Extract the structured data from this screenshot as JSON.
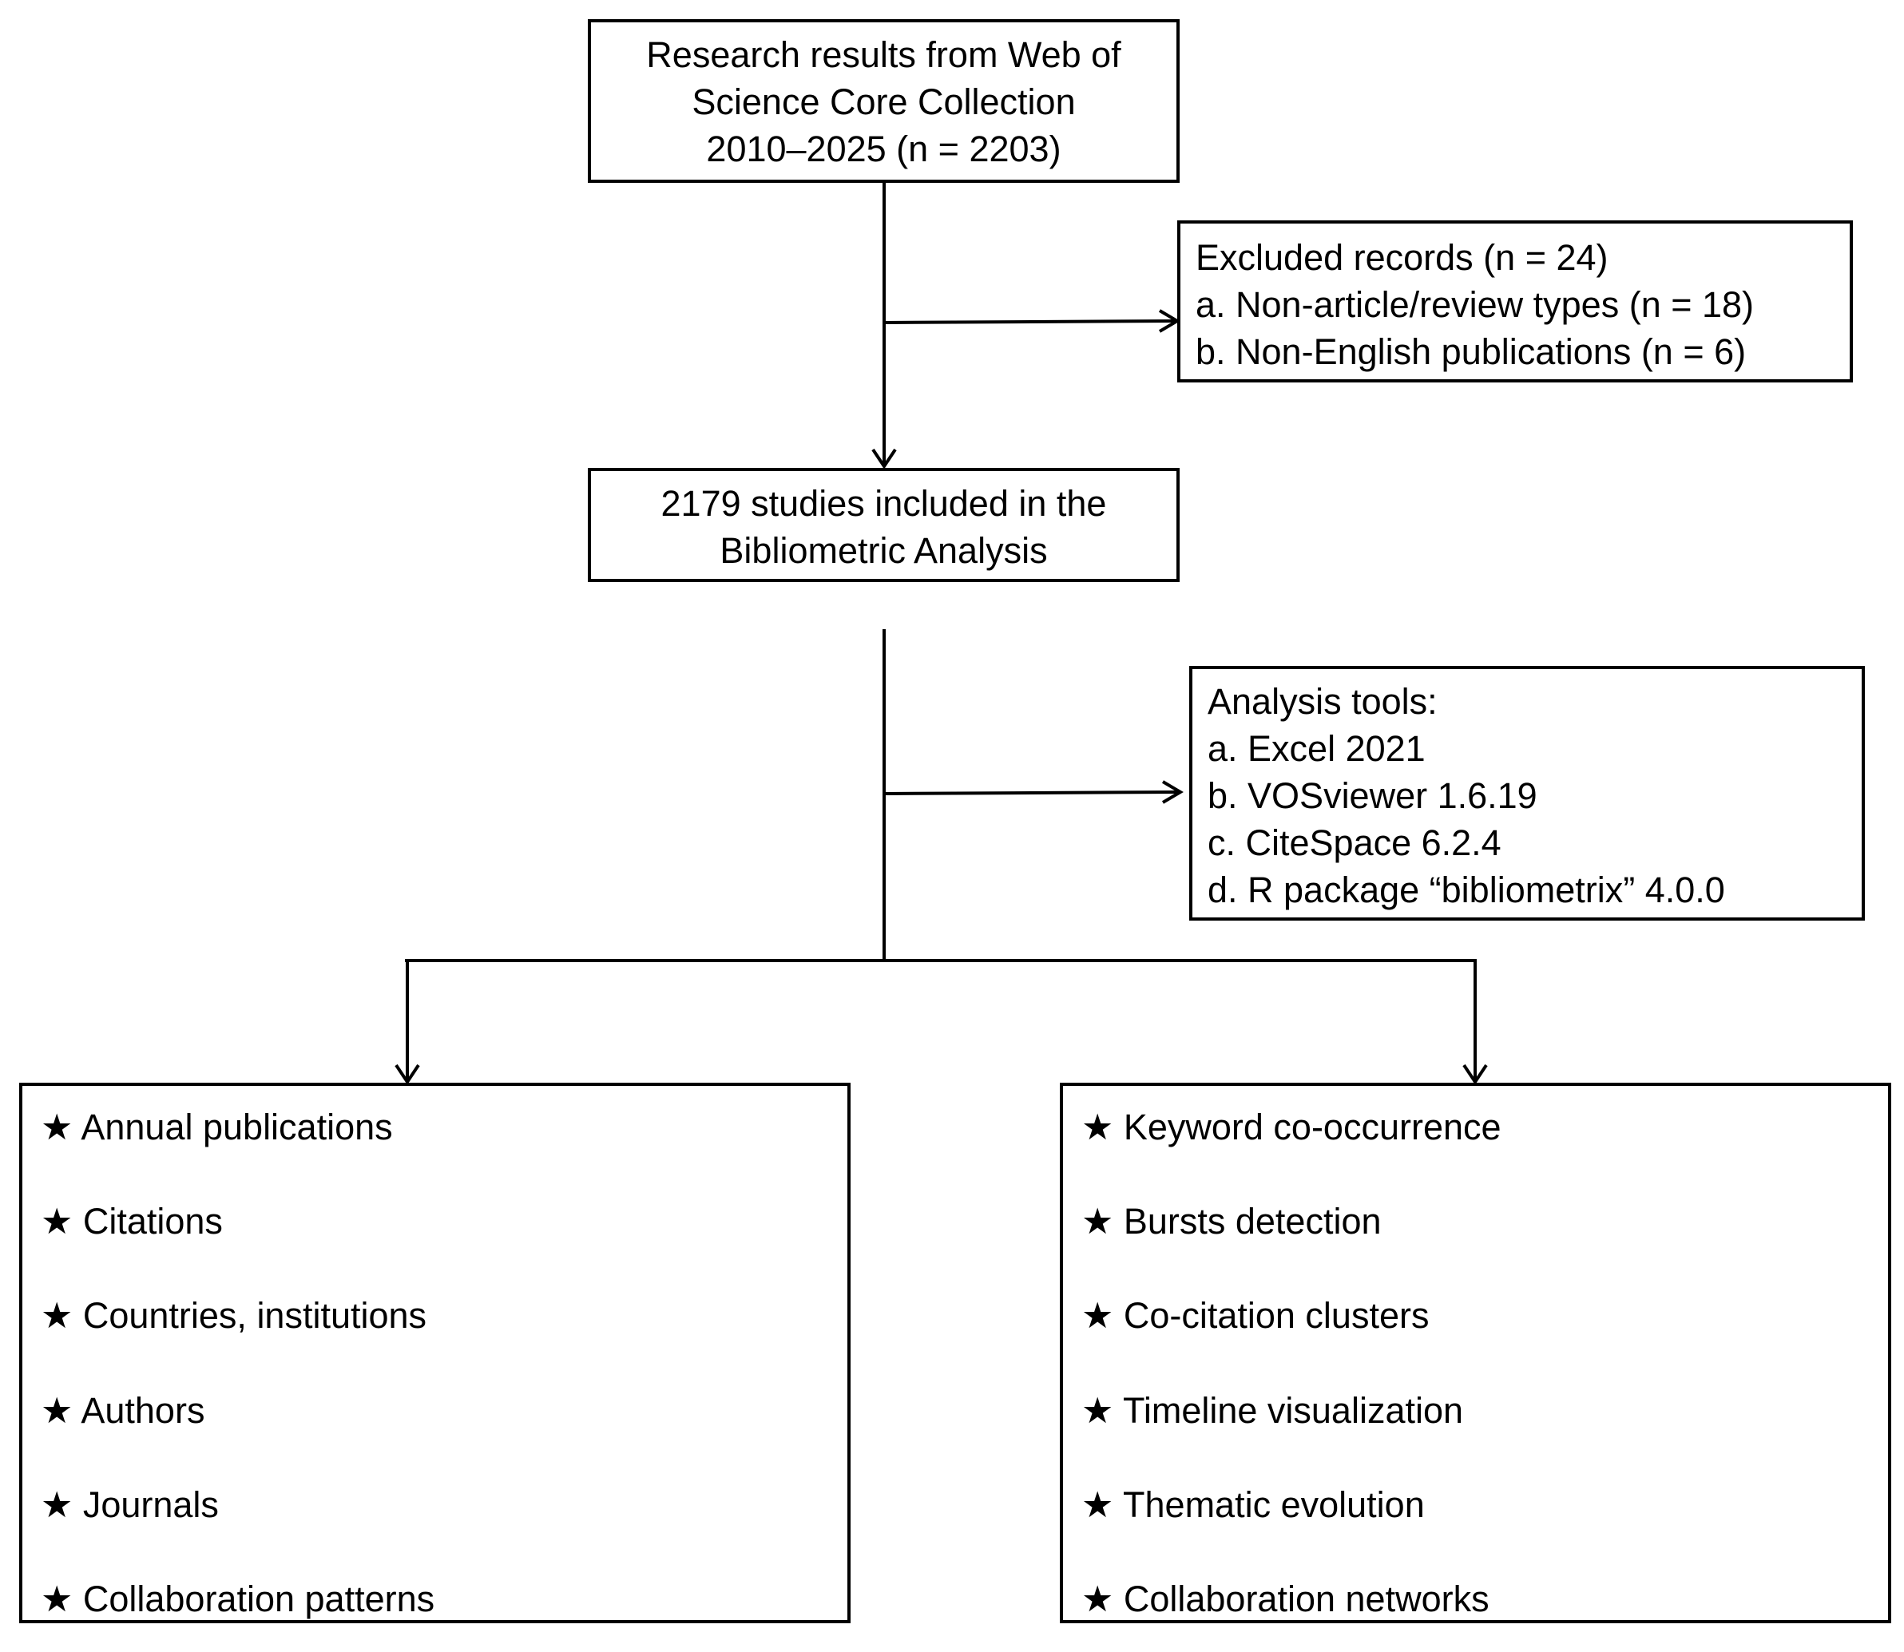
{
  "nodes": {
    "source": {
      "lines": [
        "Research results from Web of",
        "Science Core Collection",
        "2010–2025 (n = 2203)"
      ]
    },
    "excluded": {
      "lines": [
        "Excluded records (n = 24)",
        "a. Non-article/review types (n = 18)",
        "b. Non-English publications (n = 6)"
      ]
    },
    "included": {
      "lines": [
        "2179 studies included in the",
        "Bibliometric Analysis"
      ]
    },
    "tools": {
      "lines": [
        "Analysis tools:",
        "a. Excel 2021",
        "b. VOSviewer 1.6.19",
        "c. CiteSpace 6.2.4",
        "d. R package “bibliometrix” 4.0.0"
      ]
    },
    "left_list": {
      "items": [
        "★ Annual publications",
        "★ Citations",
        "★ Countries, institutions",
        "★ Authors",
        "★ Journals",
        "★ Collaboration patterns"
      ]
    },
    "right_list": {
      "items": [
        "★ Keyword co-occurrence",
        "★ Bursts detection",
        "★ Co-citation clusters",
        "★ Timeline visualization",
        "★ Thematic evolution",
        "★ Collaboration networks"
      ]
    }
  },
  "colors": {
    "stroke": "#000000",
    "background": "#ffffff"
  }
}
